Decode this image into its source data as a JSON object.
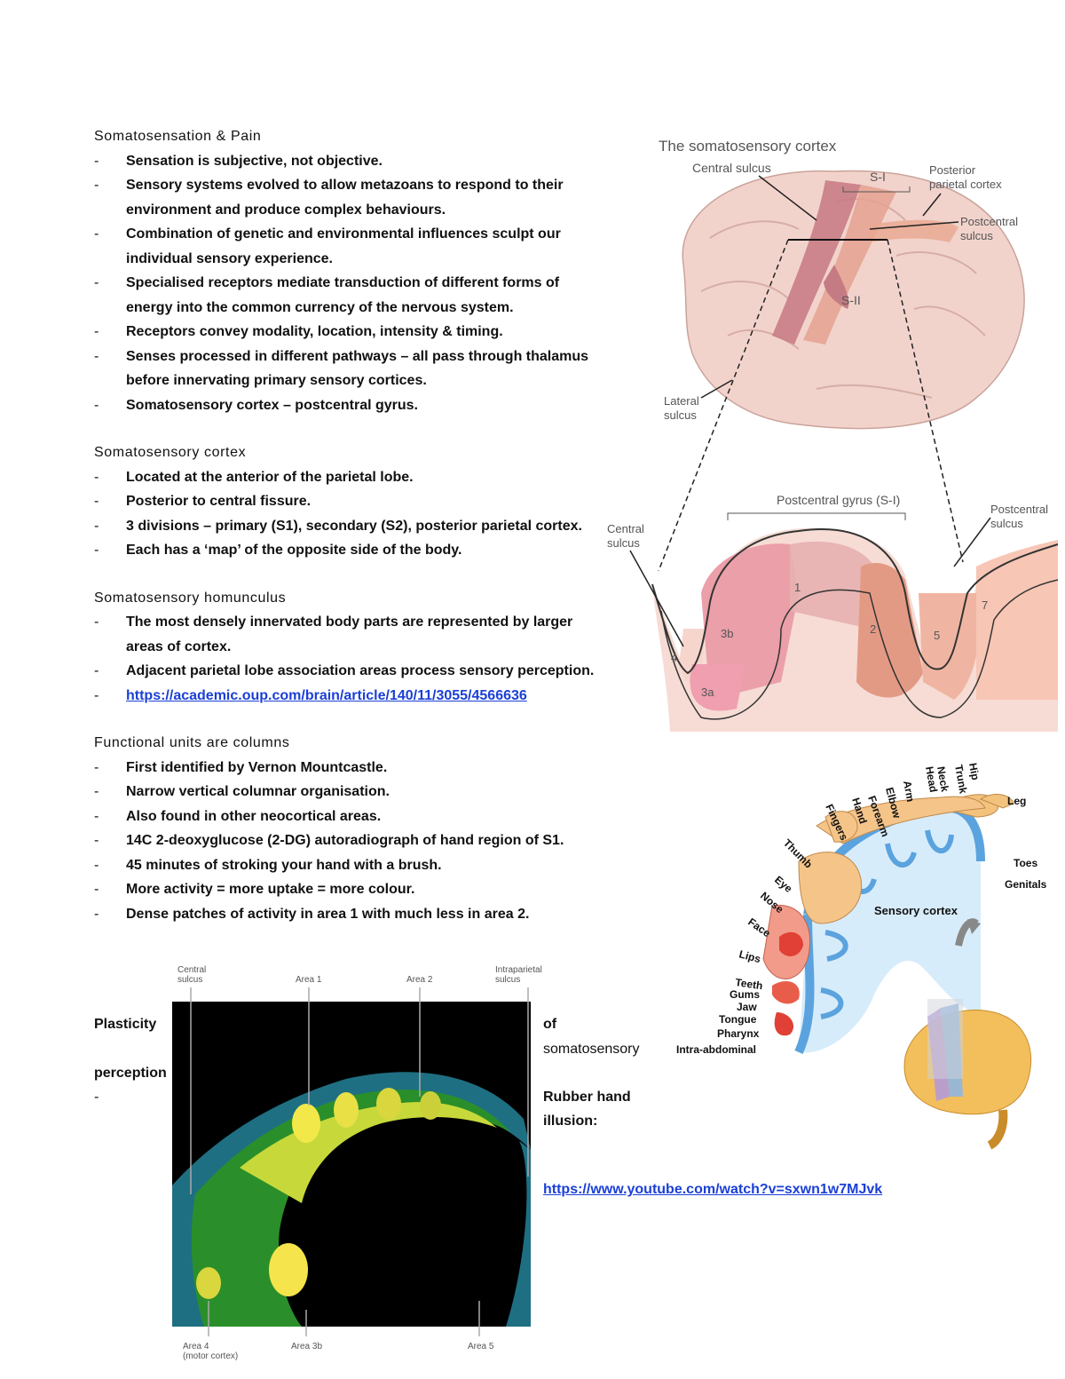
{
  "sections": [
    {
      "heading": "Somatosensation & Pain",
      "items": [
        "Sensation is subjective, not objective.",
        "Sensory systems evolved to allow metazoans to respond to their environment and produce complex behaviours.",
        "Combination of genetic and environmental influences sculpt our individual sensory experience.",
        "Specialised receptors mediate transduction of different forms of energy into the common currency of the nervous system.",
        "Receptors convey modality, location, intensity & timing.",
        "Senses processed in different pathways – all pass through thalamus before innervating primary sensory cortices.",
        "Somatosensory cortex – postcentral gyrus."
      ]
    },
    {
      "heading": "Somatosensory cortex",
      "items": [
        "Located at the anterior of the parietal lobe.",
        "Posterior to central fissure.",
        "3 divisions – primary (S1), secondary (S2), posterior parietal cortex.",
        "Each has a ‘map’ of the opposite side of the body."
      ]
    },
    {
      "heading": "Somatosensory homunculus",
      "items": [
        "The most densely innervated body parts are represented by larger areas of cortex.",
        "Adjacent parietal lobe association areas process sensory perception."
      ],
      "link": "https://academic.oup.com/brain/article/140/11/3055/4566636"
    },
    {
      "heading": "Functional units are columns",
      "items": [
        "First identified by Vernon Mountcastle.",
        "Narrow vertical columnar organisation.",
        "Also found in other neocortical areas.",
        "14C 2-deoxyglucose (2-DG) autoradiograph of hand region of S1.",
        "45 minutes of stroking your hand with a brush.",
        "More activity = more uptake = more colour.",
        "Dense patches of activity in area 1 with much less in area 2."
      ]
    }
  ],
  "plasticity": {
    "word1": "Plasticity",
    "word2": "perception",
    "dash": "-",
    "of": "of",
    "somatosensory": "somatosensory",
    "rubber1": "Rubber hand",
    "rubber2": "illusion:",
    "link": "https://www.youtube.com/watch?v=sxwn1w7MJvk"
  },
  "figure_cortex": {
    "title": "The somatosensory cortex",
    "central_sulcus": "Central sulcus",
    "s1": "S-I",
    "posterior": "Posterior",
    "parietal_cortex": "parietal cortex",
    "postcentral": "Postcentral",
    "sulcus": "sulcus",
    "s2": "S-II",
    "lateral": "Lateral",
    "lateral_sulcus": "sulcus",
    "gyrus": "Postcentral gyrus (S-I)",
    "central_lower": "Central",
    "central_lower2": "sulcus",
    "post_lower": "Postcentral",
    "post_lower2": "sulcus",
    "area_1": "1",
    "area_2": "2",
    "area_3a": "3a",
    "area_3b": "3b",
    "area_4": "4",
    "area_5": "5",
    "area_7": "7"
  },
  "figure_homunculus": {
    "labels": [
      "Hip",
      "Trunk",
      "Neck",
      "Head",
      "Arm",
      "Elbow",
      "Forearm",
      "Hand",
      "Fingers",
      "Thumb",
      "Eye",
      "Nose",
      "Face",
      "Lips",
      "Teeth",
      "Gums",
      "Jaw",
      "Tongue",
      "Pharynx",
      "Intra-abdominal",
      "Leg",
      "Toes",
      "Genitals"
    ],
    "cortex_label": "Sensory cortex"
  },
  "figure_autoradiograph": {
    "central": "Central",
    "central2": "sulcus",
    "area1": "Area 1",
    "area2": "Area 2",
    "intraparietal": "Intraparietal",
    "intraparietal2": "sulcus",
    "area4": "Area 4",
    "motor": "(motor cortex)",
    "area3b": "Area 3b",
    "area5": "Area 5"
  }
}
